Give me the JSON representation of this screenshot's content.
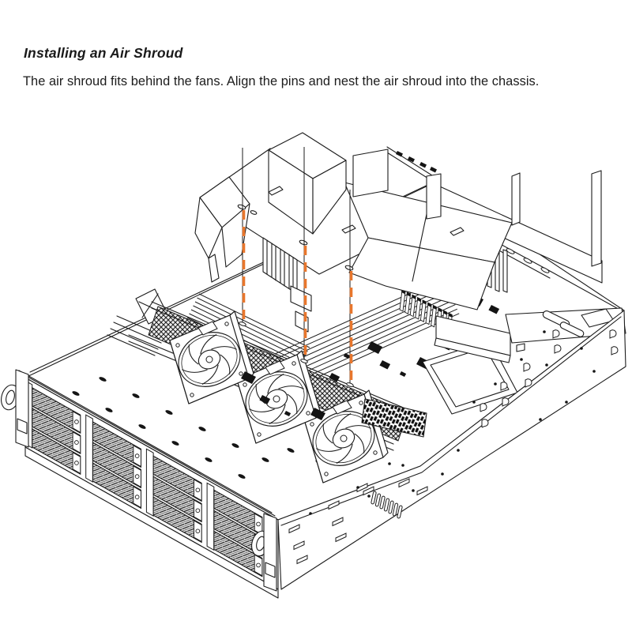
{
  "page": {
    "background": "#ffffff"
  },
  "heading": {
    "text": "Installing an Air Shroud"
  },
  "body": {
    "text": "The air shroud fits behind the fans. Align the pins and nest the air shroud into the chassis."
  },
  "figure": {
    "label": "air-shroud-installation-diagram",
    "line_color": "#1c1c1c",
    "pin_guide_color": "#e8762c",
    "alignment_pins": 3,
    "fans": 3,
    "drive_tray_rows": 3,
    "drive_tray_columns": 4
  }
}
